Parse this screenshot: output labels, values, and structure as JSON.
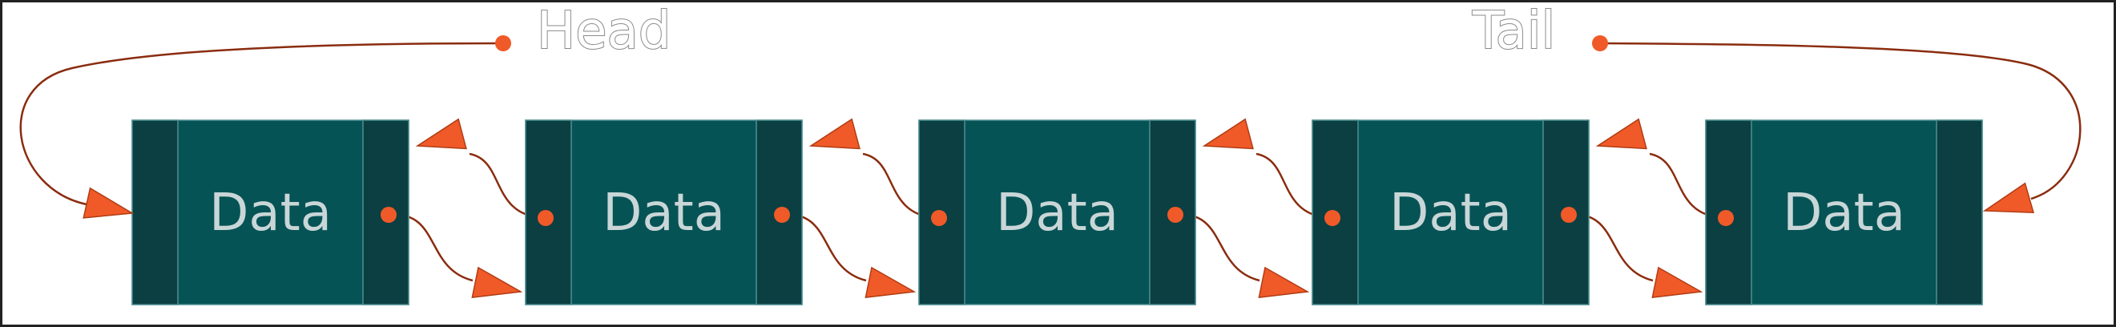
{
  "head_label": "Head",
  "tail_label": "Tail",
  "nodes": [
    {
      "label": "Data"
    },
    {
      "label": "Data"
    },
    {
      "label": "Data"
    },
    {
      "label": "Data"
    },
    {
      "label": "Data"
    }
  ],
  "colors": {
    "node_body": "#065356",
    "node_cap": "#0b3f42",
    "pointer": "#f05a28",
    "link_line": "#8a2c0f"
  }
}
